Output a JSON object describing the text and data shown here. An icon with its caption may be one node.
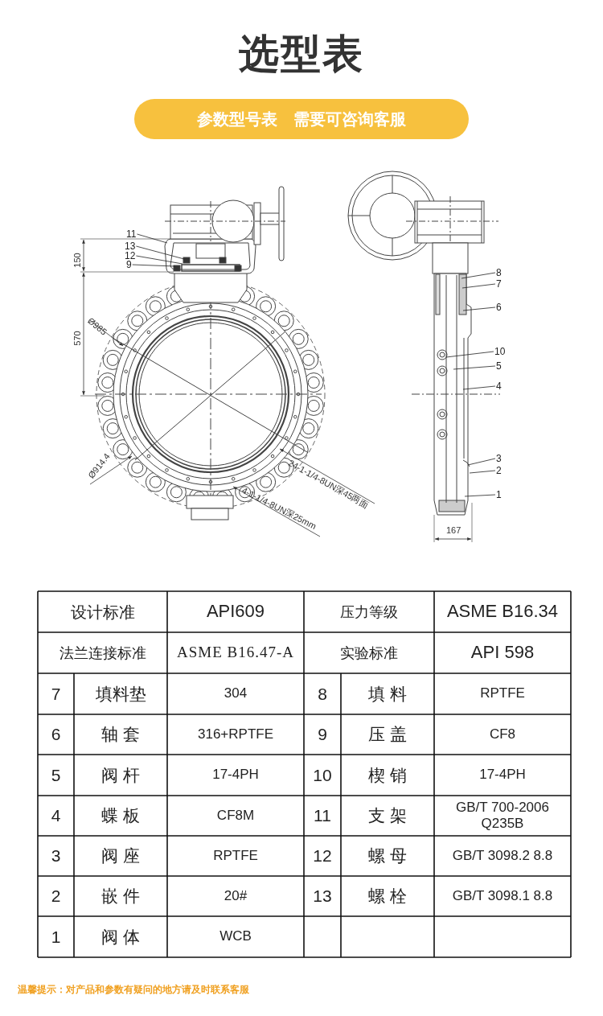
{
  "diagram": {
    "title": "选型表",
    "nodes": [
      {
        "text": [
          "参数型号表　需要可咨询客服"
        ]
      },
      {
        "text": [
          "11"
        ]
      },
      {
        "text": [
          "13"
        ]
      },
      {
        "text": [
          "12"
        ]
      },
      {
        "text": [
          "9"
        ]
      },
      {
        "text": [
          "8"
        ]
      },
      {
        "text": [
          "7"
        ]
      },
      {
        "text": [
          "6"
        ]
      },
      {
        "text": [
          "10"
        ]
      },
      {
        "text": [
          "5"
        ]
      },
      {
        "text": [
          "4"
        ]
      },
      {
        "text": [
          "3"
        ]
      },
      {
        "text": [
          "2"
        ]
      },
      {
        "text": [
          "1"
        ]
      }
    ],
    "edges": [
      {
        "from": 1,
        "to": null,
        "arrow": "none"
      },
      {
        "from": 2,
        "to": null,
        "arrow": "none"
      },
      {
        "from": 3,
        "to": null,
        "arrow": "none"
      },
      {
        "from": 4,
        "to": null,
        "arrow": "none"
      },
      {
        "from": 5,
        "to": null,
        "arrow": "none"
      },
      {
        "from": 6,
        "to": null,
        "arrow": "none"
      },
      {
        "from": 7,
        "to": null,
        "arrow": "none"
      },
      {
        "from": 8,
        "to": null,
        "arrow": "none"
      },
      {
        "from": 9,
        "to": null,
        "arrow": "none"
      },
      {
        "from": 10,
        "to": null,
        "arrow": "none"
      },
      {
        "from": 11,
        "to": null,
        "arrow": "none"
      },
      {
        "from": 12,
        "to": null,
        "arrow": "none"
      },
      {
        "from": 13,
        "to": null,
        "arrow": "none"
      }
    ],
    "labels": [
      "150",
      "570",
      "Ø985",
      "Ø914.4",
      "24-1-1/4-8UN深45两面",
      "4-1-1/4-8UN深25mm",
      "167",
      "设计标准",
      "API609",
      "压力等级",
      "ASME B16.34",
      "法兰连接标准",
      "ASME B16.47-A",
      "实验标准",
      "API 598",
      "7",
      "填料垫",
      "304",
      "8",
      "填 料",
      "RPTFE",
      "6",
      "轴 套",
      "316+RPTFE",
      "9",
      "压 盖",
      "CF8",
      "5",
      "阀 杆",
      "17-4PH",
      "10",
      "楔 销",
      "17-4PH",
      "4",
      "蝶 板",
      "CF8M",
      "11",
      "支 架",
      "GB/T 700-2006 Q235B",
      "3",
      "阀 座",
      "RPTFE",
      "12",
      "螺 母",
      "GB/T 3098.2 8.8",
      "2",
      "嵌 件",
      "20#",
      "13",
      "螺 栓",
      "GB/T 3098.1 8.8",
      "1",
      "阀 体",
      "WCB"
    ],
    "caption": "温馨提示：对产品和参数有疑问的地方请及时联系客服"
  }
}
